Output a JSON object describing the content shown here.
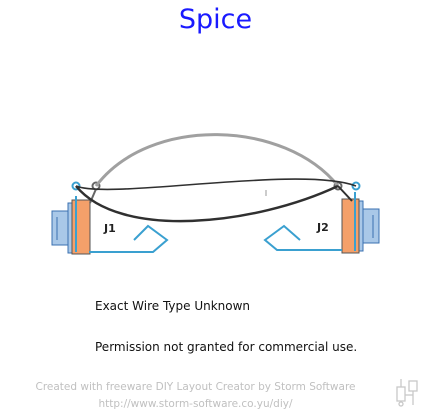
{
  "title": "Spice",
  "colors": {
    "title": "#1a1aff",
    "jack_body": "#f4a06a",
    "jack_plug": "#a9c8e8",
    "lead": "#3aa0d0",
    "wire_gray": "#a0a0a0",
    "wire_dark": "#303030"
  },
  "jacks": [
    {
      "label": "J1"
    },
    {
      "label": "J2"
    }
  ],
  "notes": [
    "Exact Wire Type Unknown",
    "Permission not granted for commercial use."
  ],
  "footer": {
    "line1": "Created with freeware DIY Layout Creator by Storm Software",
    "line2": "http://www.storm-software.co.yu/diy/"
  },
  "icons": {
    "logo": "diy-logo-icon"
  }
}
